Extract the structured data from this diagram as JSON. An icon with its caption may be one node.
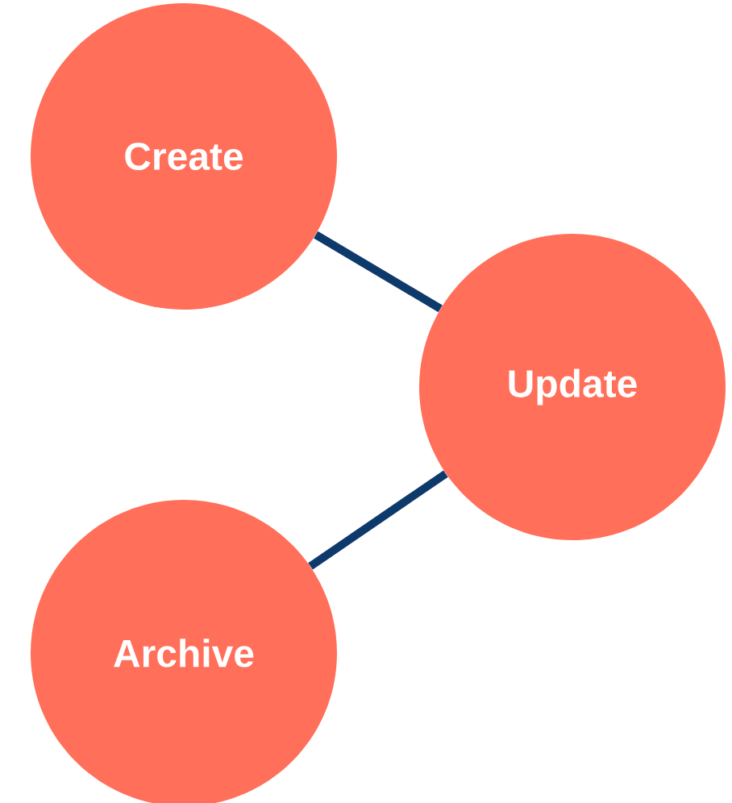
{
  "diagram": {
    "nodes": [
      {
        "text": [
          "Create"
        ]
      },
      {
        "text": [
          "Update"
        ]
      },
      {
        "text": [
          "Archive"
        ]
      }
    ],
    "edges": [
      {
        "from": 0,
        "to": 1,
        "arrow": "none"
      },
      {
        "from": 1,
        "to": 2,
        "arrow": "none"
      }
    ]
  }
}
